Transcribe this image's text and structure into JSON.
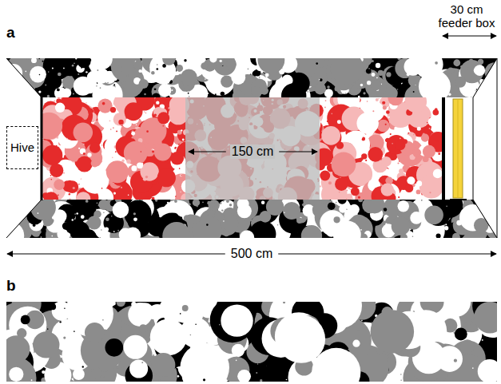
{
  "diagram": {
    "nodes": [
      {
        "text": [
          "Hive"
        ]
      }
    ],
    "labels": [
      "a",
      "30 cm feeder box",
      "150 cm",
      "500 cm",
      "b"
    ]
  }
}
